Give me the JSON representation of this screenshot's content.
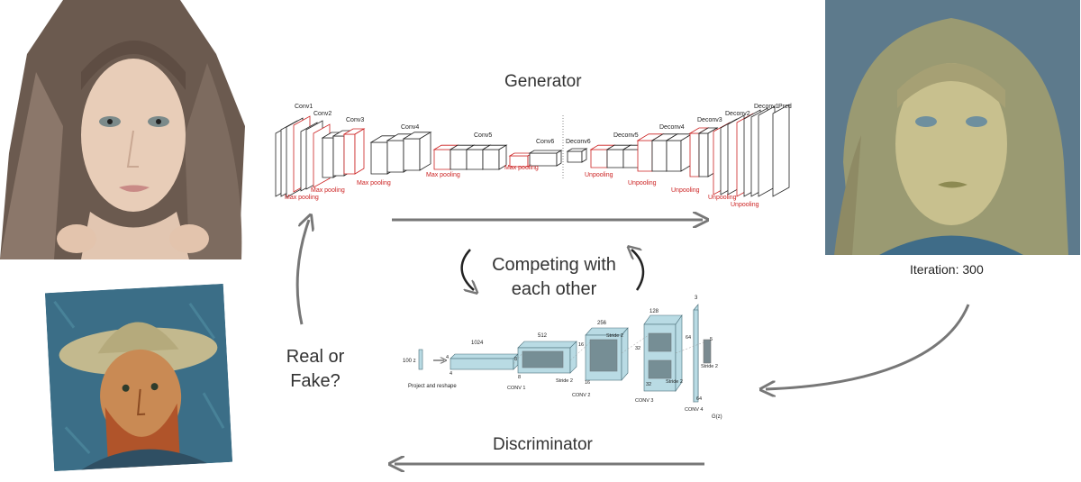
{
  "labels": {
    "generator": "Generator",
    "discriminator": "Discriminator",
    "competing_line1": "Competing with",
    "competing_line2": "each other",
    "real_line1": "Real or",
    "real_line2": "Fake?",
    "iteration": "Iteration: 300"
  },
  "generator_net": {
    "conv_layers": [
      "Conv1",
      "Conv2",
      "Conv3",
      "Conv4",
      "Conv5",
      "Conv6"
    ],
    "deconv_layers": [
      "Deconv6",
      "Deconv5",
      "Deconv4",
      "Deconv3",
      "Deconv2",
      "Deconv1",
      "Pred"
    ],
    "pooling": "Max pooling",
    "unpooling": "Unpooling"
  },
  "discriminator_net": {
    "input": "100 z",
    "project": "Project and reshape",
    "sizes": [
      "1024",
      "512",
      "256",
      "128",
      "3"
    ],
    "convs": [
      "CONV 1",
      "CONV 2",
      "CONV 3",
      "CONV 4"
    ],
    "stride": "Stride 2",
    "output": "G(z)",
    "dims": [
      "4",
      "8",
      "16",
      "32",
      "64",
      "5"
    ]
  },
  "colors": {
    "arrow": "#777777",
    "block_blue": "#b9dbe4",
    "pool_red": "#cc2222"
  }
}
